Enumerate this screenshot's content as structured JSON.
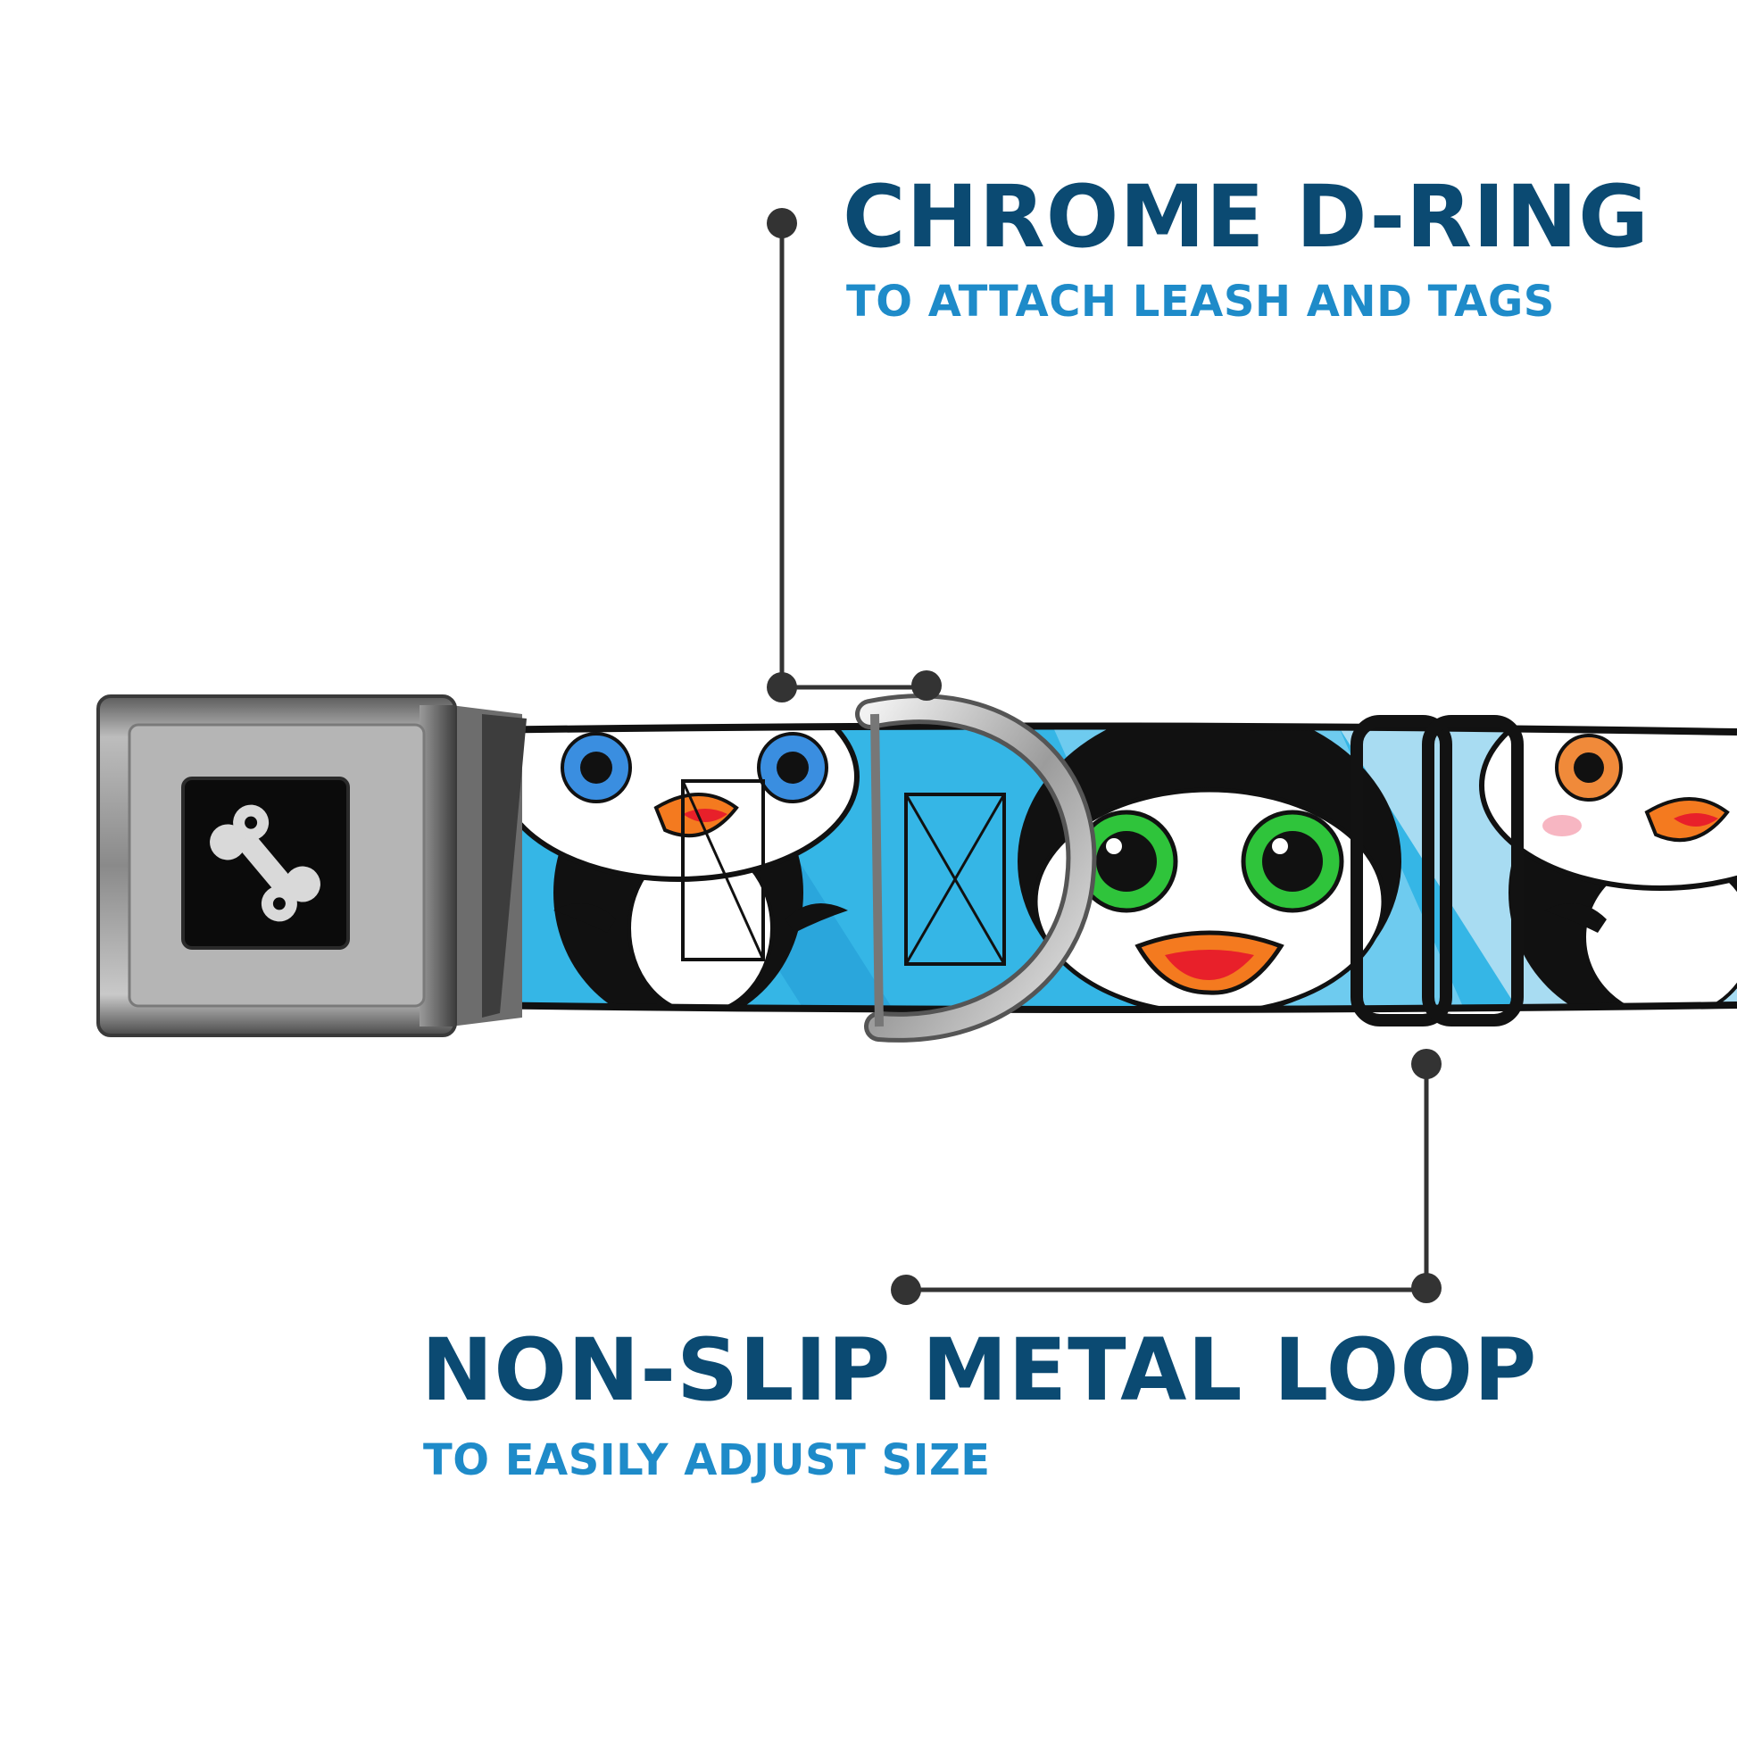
{
  "callouts": {
    "d_ring": {
      "title": "CHROME D-RING",
      "subtitle": "TO ATTACH LEASH AND TAGS"
    },
    "loop": {
      "title": "NON-SLIP METAL LOOP",
      "subtitle": "TO EASILY ADJUST SIZE"
    }
  },
  "colors": {
    "title": "#0b4a72",
    "subtitle": "#1e8bc9",
    "leader": "#333333",
    "strap_blue": "#35b6e6",
    "strap_light": "#a8dcf2"
  },
  "icons": {
    "buckle_logo": "bone-icon"
  }
}
